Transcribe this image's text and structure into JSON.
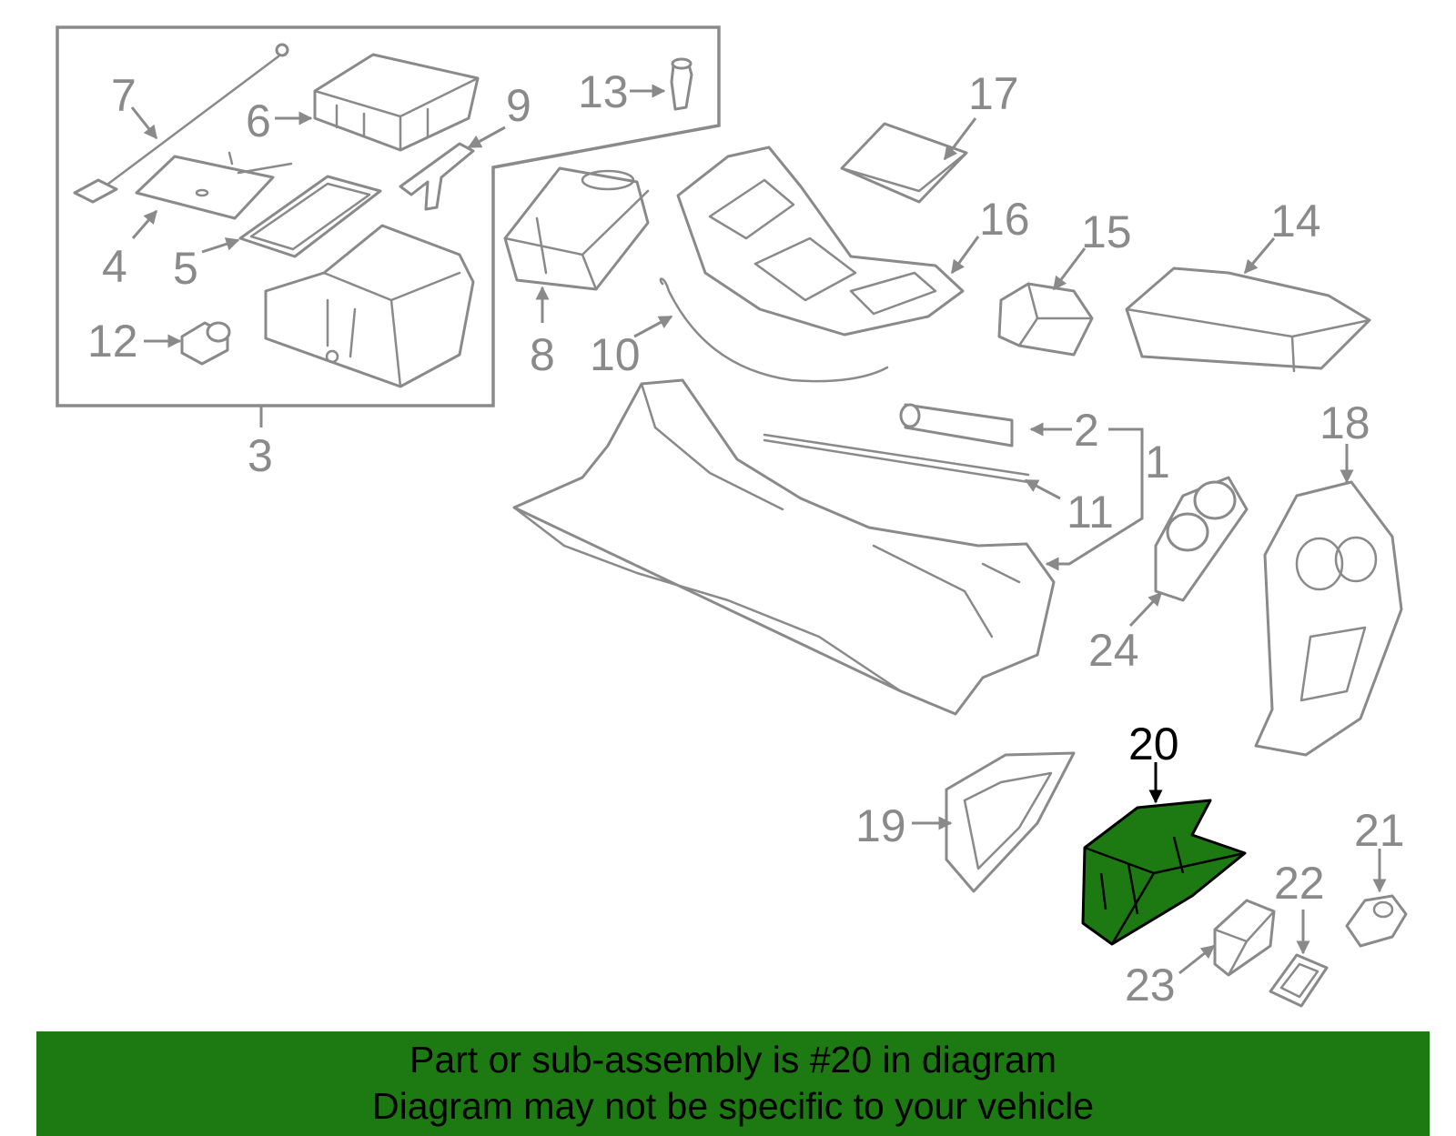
{
  "labels": {
    "n1": "1",
    "n2": "2",
    "n3": "3",
    "n4": "4",
    "n5": "5",
    "n6": "6",
    "n7": "7",
    "n8": "8",
    "n9": "9",
    "n10": "10",
    "n11": "11",
    "n12": "12",
    "n13": "13",
    "n14": "14",
    "n15": "15",
    "n16": "16",
    "n17": "17",
    "n18": "18",
    "n19": "19",
    "n20": "20",
    "n21": "21",
    "n22": "22",
    "n23": "23",
    "n24": "24"
  },
  "highlight": {
    "part_number": "20",
    "color": "#1d7a13"
  },
  "colors": {
    "line": "#8a8a8a",
    "highlight_fill": "#1d7a13",
    "banner_bg": "#1d7a13"
  },
  "banner": {
    "line1": "Part or sub-assembly is #20 in diagram",
    "line2": "Diagram may not be specific to your vehicle"
  }
}
